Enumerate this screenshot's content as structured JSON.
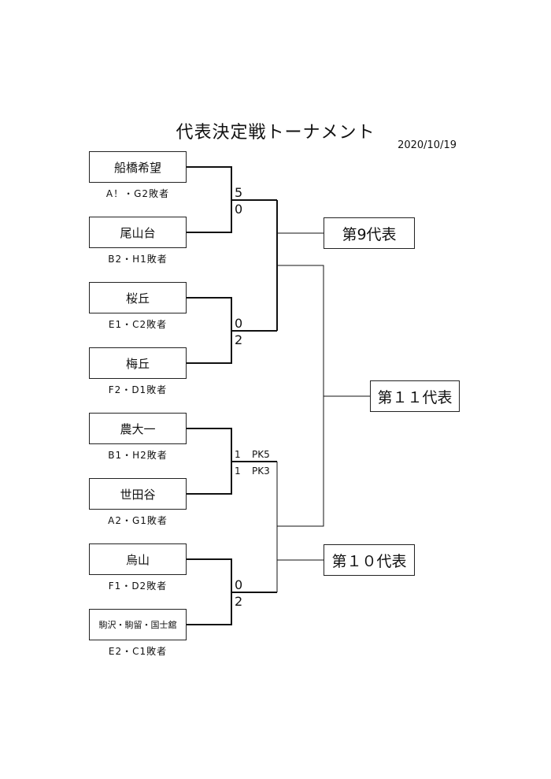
{
  "title": "代表決定戦トーナメント",
  "date": "2020/10/19",
  "teams": [
    {
      "name": "船橋希望",
      "seed": "A！・G2敗者"
    },
    {
      "name": "尾山台",
      "seed": "B2・H1敗者"
    },
    {
      "name": "桜丘",
      "seed": "E1・C2敗者"
    },
    {
      "name": "梅丘",
      "seed": "F2・D1敗者"
    },
    {
      "name": "農大一",
      "seed": "B1・H2敗者"
    },
    {
      "name": "世田谷",
      "seed": "A2・G1敗者"
    },
    {
      "name": "烏山",
      "seed": "F1・D2敗者"
    },
    {
      "name": "駒沢・駒留・国士舘",
      "seed": "E2・C1敗者"
    }
  ],
  "scores": {
    "m1_top": "5",
    "m1_bottom": "0",
    "m2_top": "0",
    "m2_bottom": "2",
    "m3_top": "1",
    "m3_top_pk": "PK5",
    "m3_bottom": "1",
    "m3_bottom_pk": "PK3",
    "m4_top": "0",
    "m4_bottom": "2"
  },
  "results": {
    "r9": "第9代表",
    "r11": "第１１代表",
    "r10": "第１０代表"
  }
}
